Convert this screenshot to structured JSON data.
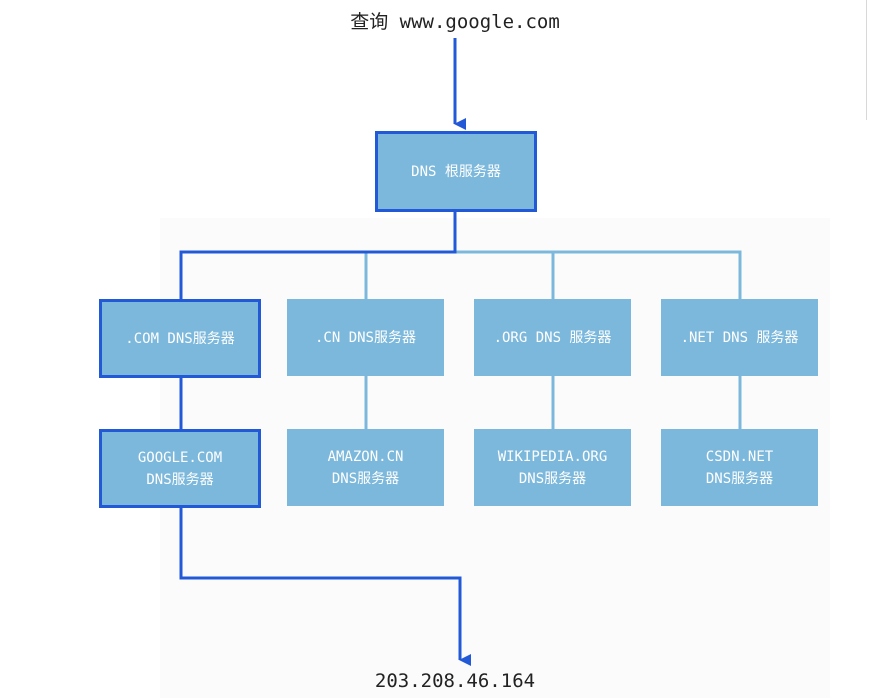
{
  "query": {
    "prefix": "查询",
    "domain": "www.google.com"
  },
  "root_server": "DNS 根服务器",
  "tld_servers": [
    ".COM DNS服务器",
    ".CN DNS服务器",
    ".ORG DNS 服务器",
    ".NET DNS 服务器"
  ],
  "domain_servers": [
    "GOOGLE.COM\nDNS服务器",
    "AMAZON.CN\nDNS服务器",
    "WIKIPEDIA.ORG\nDNS服务器",
    "CSDN.NET\nDNS服务器"
  ],
  "result": "203.208.46.164",
  "colors": {
    "box_fill": "#7cb8db",
    "active_path": "#2259d6",
    "inactive_path": "#7cb8db"
  }
}
